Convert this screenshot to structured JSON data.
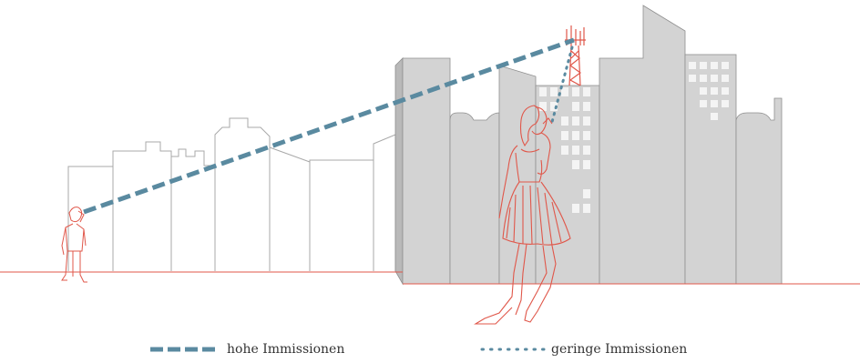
{
  "diagram": {
    "legend": [
      {
        "label": "hohe Immissionen",
        "style": "dashed"
      },
      {
        "label": "geringe Immissionen",
        "style": "dotted"
      }
    ],
    "colors": {
      "line_red": "#e0574a",
      "line_grey": "#a9a9a9",
      "building_fill": "#d3d3d3",
      "building_fill_dark": "#b9b9b9",
      "window": "#f4f4f4",
      "signal": "#5a8aa0"
    },
    "elements": [
      "left-person-on-phone",
      "right-person-on-phone",
      "low-buildings",
      "high-buildings",
      "cell-tower-antenna"
    ]
  }
}
